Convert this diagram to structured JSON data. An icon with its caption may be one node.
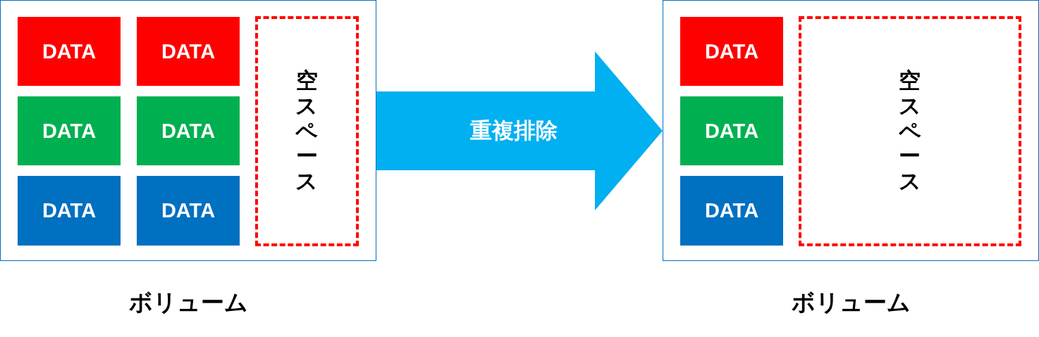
{
  "diagram": {
    "nodes": [
      {
        "text": [
          "ボリューム"
        ]
      },
      {
        "text": [
          "DATA"
        ],
        "in": 0
      },
      {
        "text": [
          "DATA"
        ],
        "in": 0
      },
      {
        "text": [
          "DATA"
        ],
        "in": 0
      },
      {
        "text": [
          "DATA"
        ],
        "in": 0
      },
      {
        "text": [
          "DATA"
        ],
        "in": 0
      },
      {
        "text": [
          "DATA"
        ],
        "in": 0
      },
      {
        "text": [
          "空スペース"
        ],
        "in": 0
      },
      {
        "text": [
          "ボリューム"
        ]
      },
      {
        "text": [
          "DATA"
        ],
        "in": 8
      },
      {
        "text": [
          "DATA"
        ],
        "in": 8
      },
      {
        "text": [
          "DATA"
        ],
        "in": 8
      },
      {
        "text": [
          "空スペース"
        ],
        "in": 8
      }
    ],
    "edges": [
      {
        "from": 0,
        "to": 8,
        "arrow": "to",
        "label": "重複排除"
      }
    ]
  }
}
